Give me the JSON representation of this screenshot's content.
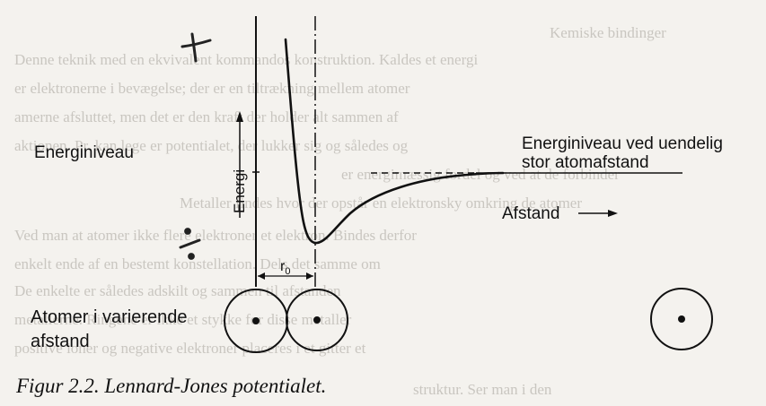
{
  "labels": {
    "energy_level": "Energiniveau",
    "energy_axis": "Energi",
    "infinite_distance_line1": "Energiniveau ved uendelig",
    "infinite_distance_line2": "stor atomafstand",
    "distance": "Afstand",
    "r0_base": "r",
    "r0_sub": "0",
    "atoms_line1": "Atomer i varierende",
    "atoms_line2": "afstand",
    "plus": "+",
    "division": "÷"
  },
  "caption": "Figur 2.2. Lennard-Jones potentialet.",
  "background_text": {
    "lines": [
      "Kemiske bindinger",
      "Denne teknik med en ekvivalent kommandos konstruktion. Kaldes et energi",
      "er elektronerne i bevægelse; der er en tiltrækning mellem atomer",
      "amerne afsluttet, men det er den kraft der holder alt sammen af",
      "aktionen. Pr. kan lege er potentialet, der lukker sig og således og",
      "er energimæssig fordel og ved at de forbinder",
      "Metaller findes hvor der opstår en elektronsky omkring de atomer",
      "Ved man at atomer ikke flere elektroner et elektron. Bindes derfor",
      "enkelt ende af en bestemt konstellation. Dels det samme om",
      "De enkelte er således adskilt og sammen til afstanden",
      "metallerne. Ringene er ikke et stykke for disse metaller",
      "positive ioner og negative elektroner placeres i et gitter et",
      "struktur. Ser man i den"
    ]
  },
  "colors": {
    "ink": "#111111",
    "paper": "#f4f2ee",
    "ghost_text": "#c9c6c0"
  }
}
